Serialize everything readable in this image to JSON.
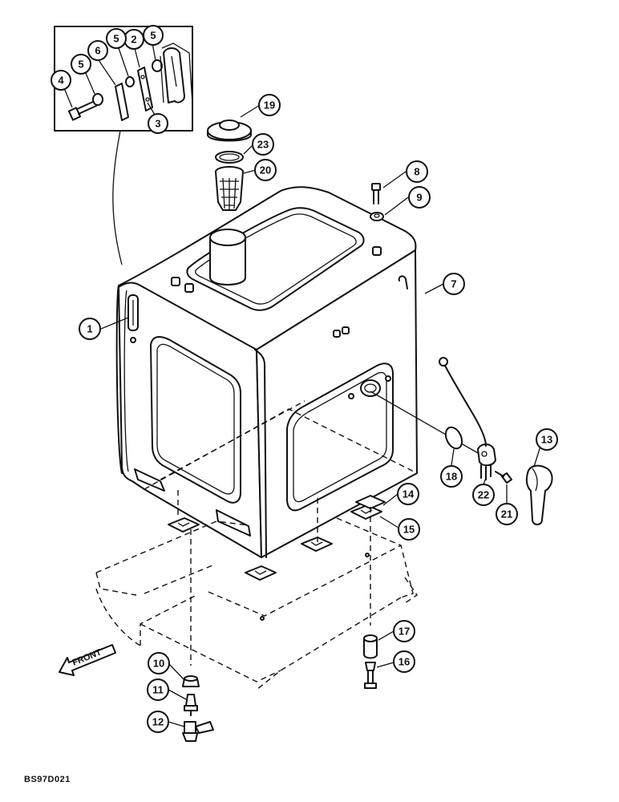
{
  "drawing_code": "BS97D021",
  "front_label": "FRONT",
  "callouts": [
    {
      "id": "c1",
      "number": "1"
    },
    {
      "id": "c2",
      "number": "2"
    },
    {
      "id": "c3",
      "number": "3"
    },
    {
      "id": "c4",
      "number": "4"
    },
    {
      "id": "c5a",
      "number": "5"
    },
    {
      "id": "c5b",
      "number": "5"
    },
    {
      "id": "c5c",
      "number": "5"
    },
    {
      "id": "c6",
      "number": "6"
    },
    {
      "id": "c7",
      "number": "7"
    },
    {
      "id": "c8",
      "number": "8"
    },
    {
      "id": "c9",
      "number": "9"
    },
    {
      "id": "c10",
      "number": "10"
    },
    {
      "id": "c11",
      "number": "11"
    },
    {
      "id": "c12",
      "number": "12"
    },
    {
      "id": "c13",
      "number": "13"
    },
    {
      "id": "c14",
      "number": "14"
    },
    {
      "id": "c15",
      "number": "15"
    },
    {
      "id": "c16",
      "number": "16"
    },
    {
      "id": "c17",
      "number": "17"
    },
    {
      "id": "c18",
      "number": "18"
    },
    {
      "id": "c19",
      "number": "19"
    },
    {
      "id": "c20",
      "number": "20"
    },
    {
      "id": "c21",
      "number": "21"
    },
    {
      "id": "c22",
      "number": "22"
    },
    {
      "id": "c23",
      "number": "23"
    }
  ]
}
